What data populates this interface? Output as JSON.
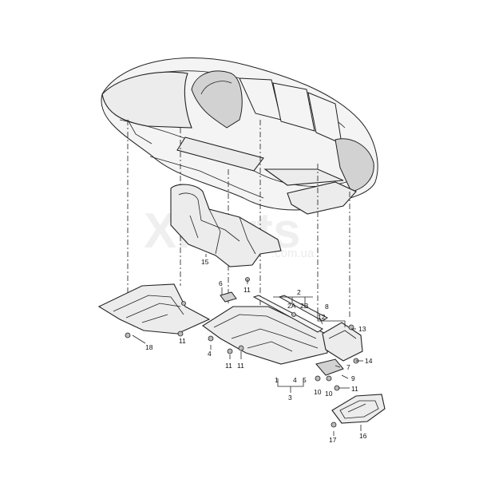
{
  "diagram": {
    "watermark": {
      "main": "XParts",
      "sub": ".com.ua"
    },
    "callouts": {
      "c1": "1",
      "c2": "2",
      "c2a": "2A",
      "c2b": "2B",
      "c3": "3",
      "c4a": "4",
      "c4b": "4",
      "c5": "5",
      "c6": "6",
      "c7": "7",
      "c8": "8",
      "c9": "9",
      "c10a": "10",
      "c10b": "10",
      "c11a": "11",
      "c11b": "11",
      "c11c": "11",
      "c11d": "11",
      "c11e": "11",
      "c12": "12",
      "c13": "13",
      "c14": "14",
      "c15": "15",
      "c16": "16",
      "c17": "17",
      "c18": "18"
    }
  }
}
